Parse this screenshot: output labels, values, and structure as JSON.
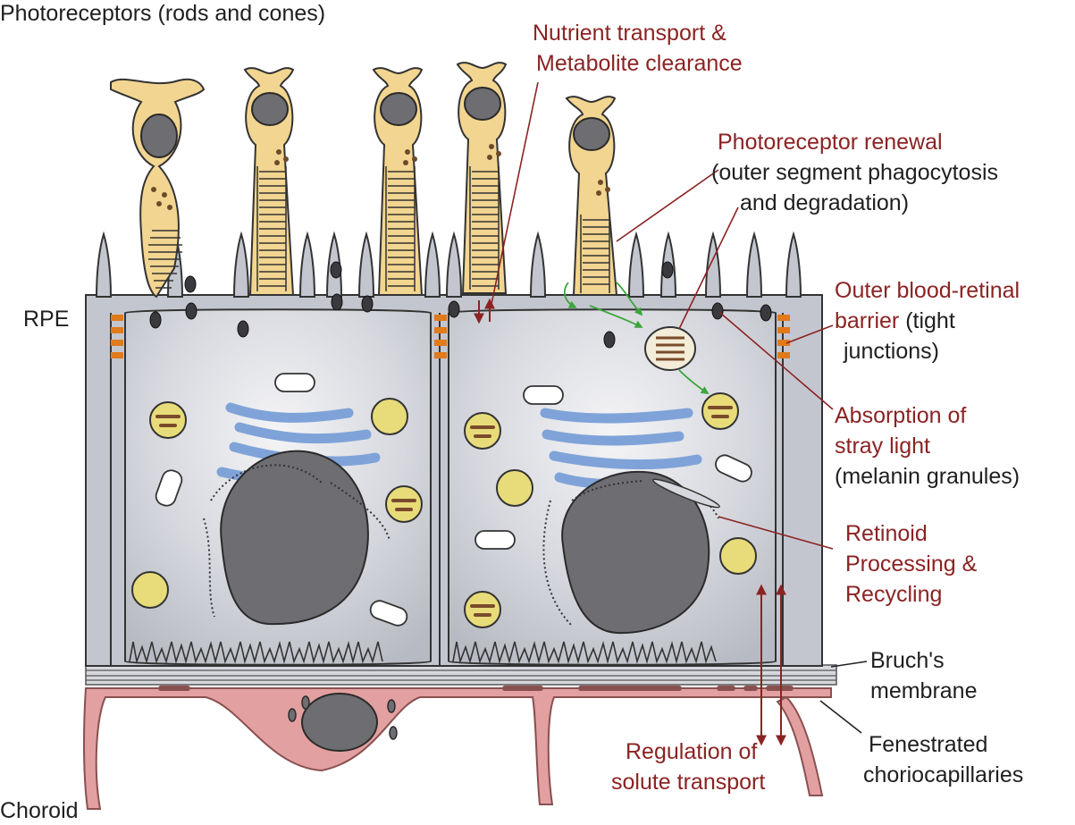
{
  "labels": {
    "photoreceptors": "Photoreceptors (rods and cones)",
    "rpe": "RPE",
    "choroid": "Choroid",
    "nutrient_l1": "Nutrient transport &",
    "nutrient_l2": "Metabolite clearance",
    "renewal_l1": "Photoreceptor renewal",
    "renewal_l2": "(outer segment phagocytosis",
    "renewal_l3": "and degradation)",
    "barrier_l1": "Outer blood-retinal",
    "barrier_l2a": "barrier",
    "barrier_l2b": " (tight",
    "barrier_l3": "junctions)",
    "absorption_l1": "Absorption of",
    "absorption_l2": "stray light",
    "absorption_l3": "(melanin granules)",
    "retinoid_l1": "Retinoid",
    "retinoid_l2": "Processing &",
    "retinoid_l3": "Recycling",
    "bruch_l1": "Bruch's",
    "bruch_l2": "membrane",
    "regulation_l1": "Regulation of",
    "regulation_l2": "solute transport",
    "fenestrated_l1": "Fenestrated",
    "fenestrated_l2": "choriocapillaries"
  },
  "colors": {
    "function_text": "#8b2323",
    "plain_text": "#1f1f1f",
    "photoreceptor_fill": "#f2d590",
    "rpe_cell_fill": "#c9cbd3",
    "golgi_er": "#7fa3d8",
    "nucleus": "#6e6e72",
    "lipofuscin": "#e8dc7a",
    "melanin": "#3a3a3e",
    "tight_junction": "#e07a1a",
    "choroid_fill": "#e3a0a0",
    "arrow_red": "#8b2323",
    "arrow_green": "#3aa63a"
  }
}
